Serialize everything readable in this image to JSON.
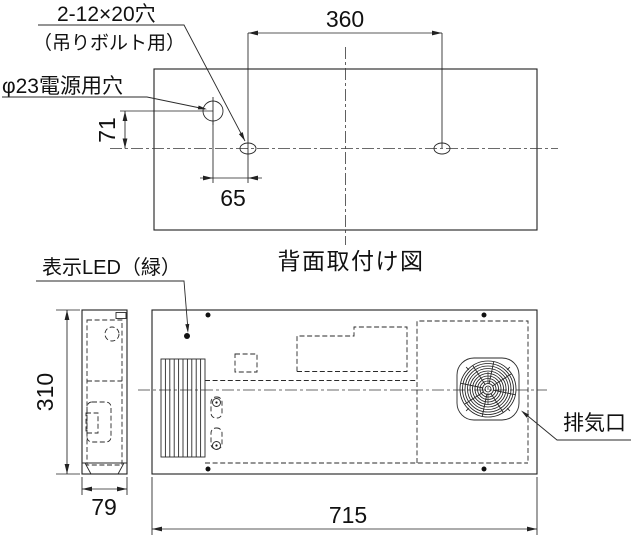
{
  "drawing_title": "背面取付け図",
  "labels": {
    "bolt_holes_line1": "2-12×20穴",
    "bolt_holes_line2": "（吊りボルト用）",
    "power_hole": "φ23電源用穴",
    "led": "表示LED（緑）",
    "exhaust": "排気口"
  },
  "dimensions": {
    "hole_span": "360",
    "hole_offset_v": "71",
    "hole_offset_h": "65",
    "body_height": "310",
    "body_depth": "79",
    "body_width": "715"
  },
  "colors": {
    "line": "#1f1f1f",
    "text": "#111111",
    "background": "#ffffff"
  }
}
